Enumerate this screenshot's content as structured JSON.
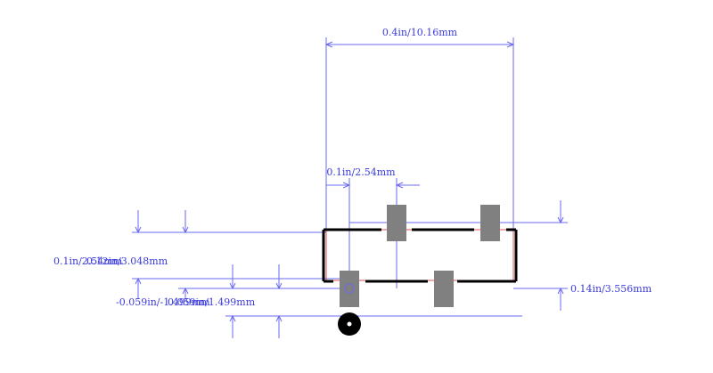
{
  "dimensions": {
    "overall_width": "0.4in/10.16mm",
    "pitch": "0.1in/2.54mm",
    "left_height_a": "0.1in/2.54mm",
    "left_height_b": "0.12in/3.048mm",
    "right_height": "0.14in/3.556mm",
    "offset_a": "-0.059in/-1.499mm",
    "offset_b": "0.059in/1.499mm"
  },
  "colors": {
    "dimension": "#3b3bdc",
    "outline": "#000000",
    "pad": "#808080",
    "pin1_marker": "#000000"
  }
}
